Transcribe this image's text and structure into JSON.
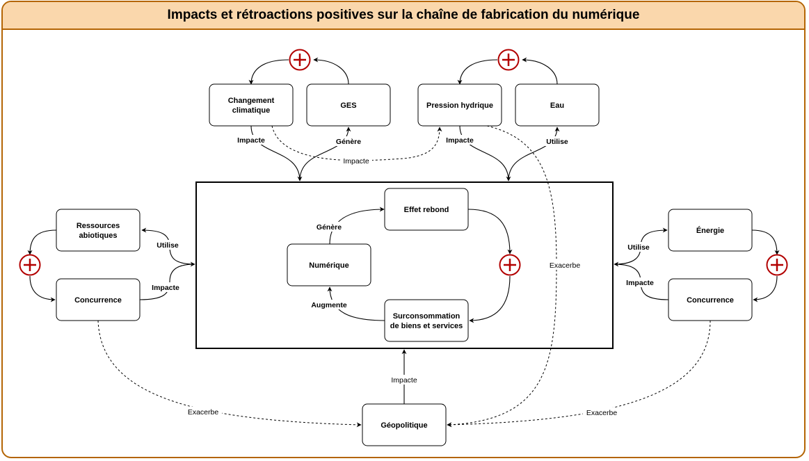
{
  "title": "Impacts et rétroactions positives sur la chaîne de fabrication du numérique",
  "nodes": {
    "changement": [
      "Changement",
      "climatique"
    ],
    "ges": [
      "GES"
    ],
    "pression": [
      "Pression hydrique"
    ],
    "eau": [
      "Eau"
    ],
    "ressources": [
      "Ressources",
      "abiotiques"
    ],
    "concurrence_left": [
      "Concurrence"
    ],
    "energie": [
      "Énergie"
    ],
    "concurrence_right": [
      "Concurrence"
    ],
    "effet_rebond": [
      "Effet rebond"
    ],
    "numerique": [
      "Numérique"
    ],
    "surconsommation": [
      "Surconsommation",
      "de biens et services"
    ],
    "geopolitique": [
      "Géopolitique"
    ]
  },
  "labels": {
    "impacte": "Impacte",
    "genere": "Génère",
    "utilise": "Utilise",
    "exacerbe": "Exacerbe",
    "augmente": "Augmente"
  },
  "colors": {
    "frame_border": "#b46504",
    "title_fill": "#fad7ac",
    "plus_ring": "#b20000"
  },
  "icons": {
    "feedback": "plus-circle-icon"
  }
}
